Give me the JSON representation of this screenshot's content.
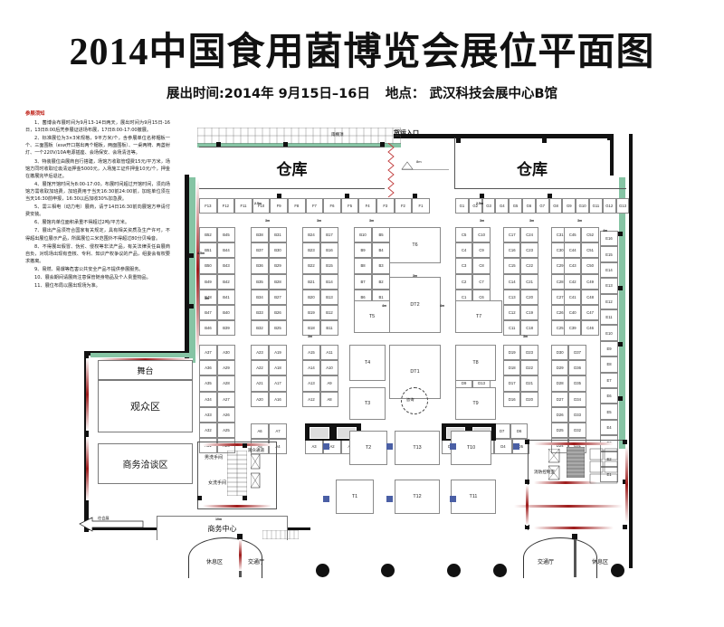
{
  "header": {
    "title": "2014中国食用菌博览会展位平面图",
    "date_label": "展出时间:2014年 9月15日–16日",
    "venue_label": "地点： 武汉科技会展中心B馆"
  },
  "notice": {
    "heading": "参展须知",
    "items": [
      "1、菌博会布展时间为9月13-14日两天，展出时间为9月15日-16日，13日8:00后凭参展证进场布展，17日8:00-17:00撤展。",
      "2、标准展位为3×3米规格，9平方米/个，含参展单位名称楣板一个、三面围板（ези开口搭出两个楣板，两面围板）、一桌两椅、两盏射灯、一个220V/10A电源插座、会场保安、会场清洁等。",
      "3、特装展位由展商自行搭建，场馆方收取管理费15元/平方米，场馆方同时收取垃圾清运押金5000元，入场施工证件押金10元/个，押金在撤展完毕后退还。",
      "4、展馆开馆时间为8:00-17:00，布展时间超过开馆时间，须向场馆方需收取加班费，加班费用于当天16:30前24:00前，加班单位须在当天16:30前申报，16:30以后加收30%加急费。",
      "5、需三相电（动力电）展商，请于14日16:30前向展馆方申请付费安装。",
      "6、展馆内单位面积承重不得超过2吨/平方米。",
      "7、展出产品须符合国家有关规定，具有相关资质及生产许可，不得超出展位展示产品，所属展位三米范围外不得超过80分贝噪音。",
      "8、不得展出假冒、伪劣、侵权等非法产品，有关法律责任由展商自负，对现场出现有查核、专利、知识产权争议的产品，组委会有权要求撤离。",
      "9、易燃、易爆等危害公共安全产品不提供参展服务。",
      "10、展会期间请展商注意保管随身物品及个人贵重物品。",
      "11、展位布局以展出现场为准。"
    ]
  },
  "plan": {
    "warehouse_left_label": "仓库",
    "warehouse_right_label": "仓库",
    "freight_entrance_label": "货运入口",
    "canopy_label": "雨棚顶",
    "scale_note": "8m",
    "stage_label": "舞台",
    "audience_label": "观众区",
    "business_talk_label": "商务洽谈区",
    "business_center_label": "商务中心",
    "business_center_dim": "10m",
    "exit_arrow_label": "往会展",
    "rest_area_left_label": "休息区",
    "traffic_hall_left_label": "交通厅",
    "traffic_hall_right_label": "交通厅",
    "rest_area_right_label": "休息区",
    "fire_control_label": "消防控制室",
    "mens_room_label": "男洗手间",
    "womens_room_label": "女洗手间",
    "audience_passage_label": "观众通道",
    "info_circle_label": "咨询",
    "dims": {
      "d_2_5": "2.5m",
      "d_3": "3m",
      "d_4": "4m",
      "d_4_5": "4.5m",
      "d_4_right": "4m"
    },
    "booth_rows": {
      "F": [
        "F13",
        "F12",
        "F11",
        "F10",
        "F9",
        "F8",
        "F7",
        "F6",
        "F5",
        "F4",
        "F3",
        "F2",
        "F1"
      ],
      "G": [
        "G1",
        "G2",
        "G3",
        "G4",
        "G5",
        "G6",
        "G7",
        "G8",
        "G9",
        "G10",
        "G11",
        "G12",
        "G13"
      ],
      "E": [
        "E16",
        "E15",
        "E14",
        "E13",
        "E12",
        "E11",
        "E10",
        "E9",
        "E8",
        "E7",
        "E6",
        "E5",
        "E4",
        "E3",
        "E2",
        "E1"
      ]
    },
    "blocks_B": [
      {
        "left": [
          "B52",
          "B51",
          "B50",
          "B49",
          "B48",
          "B47",
          "B46"
        ],
        "right": [
          "B45",
          "B44",
          "B43",
          "B42",
          "B41",
          "B40",
          "B39"
        ]
      },
      {
        "left": [
          "B38",
          "B37",
          "B36",
          "B35",
          "B34",
          "B33",
          "B32"
        ],
        "right": [
          "B31",
          "B30",
          "B29",
          "B28",
          "B27",
          "B26",
          "B25"
        ]
      },
      {
        "left": [
          "B24",
          "B23",
          "B22",
          "B21",
          "B20",
          "B19",
          "B18"
        ],
        "right": [
          "B17",
          "B16",
          "B15",
          "B14",
          "B13",
          "B12",
          "B11"
        ]
      },
      {
        "left": [
          "B10",
          "B9",
          "B8",
          "B7",
          "B6"
        ],
        "right": [
          "B5",
          "B4",
          "B3",
          "B2",
          "B1"
        ]
      }
    ],
    "blocks_A": [
      {
        "left": [
          "A37",
          "A36",
          "A35",
          "A34",
          "A33",
          "A32",
          "A31"
        ],
        "right": [
          "A30",
          "A29",
          "A28",
          "A27",
          "A26",
          "A25",
          "A24"
        ]
      },
      {
        "left": [
          "A23",
          "A22",
          "A21",
          "A20"
        ],
        "right": [
          "A19",
          "A18",
          "A17",
          "A16"
        ]
      },
      {
        "left": [
          "A15",
          "A14",
          "A13",
          "A12"
        ],
        "right": [
          "A11",
          "A10",
          "A9",
          "A8"
        ]
      }
    ],
    "blocks_A_low": {
      "pair": {
        "left": [
          "A6",
          "A5"
        ],
        "right": [
          "A7",
          "A4"
        ]
      },
      "strip": [
        "A3",
        "A2",
        "A1"
      ]
    },
    "blocks_C": [
      {
        "left": [
          "C5",
          "C4",
          "C3",
          "C2",
          "C1"
        ],
        "right": [
          "C10",
          "C9",
          "C8",
          "C7",
          "C6"
        ]
      },
      {
        "left": [
          "C17",
          "C16",
          "C15",
          "C14",
          "C13",
          "C12",
          "C11"
        ],
        "right": [
          "C24",
          "C23",
          "C22",
          "C21",
          "C20",
          "C19",
          "C18"
        ]
      },
      {
        "left": [
          "C31",
          "C30",
          "C29",
          "C28",
          "C27",
          "C26",
          "C25"
        ],
        "right": [
          "C38",
          "C37",
          "C36",
          "C35",
          "C34",
          "C33",
          "C32"
        ]
      },
      {
        "left": [
          "C45",
          "C44",
          "C43",
          "C42",
          "C41",
          "C40",
          "C39"
        ],
        "right": [
          "C52",
          "C51",
          "C50",
          "C49",
          "C48",
          "C47",
          "C46"
        ]
      }
    ],
    "blocks_D": [
      {
        "left": [
          "D11",
          "D10",
          "D9",
          "D8"
        ],
        "right": [
          "D15",
          "D14",
          "D13",
          "D12"
        ]
      },
      {
        "left": [
          "D19",
          "D18",
          "D17",
          "D16"
        ],
        "right": [
          "D23",
          "D22",
          "D21",
          "D20"
        ]
      },
      {
        "left": [
          "D30",
          "D29",
          "D28",
          "D27",
          "D26",
          "D25",
          "D24"
        ],
        "right": [
          "D37",
          "D36",
          "D35",
          "D34",
          "D33",
          "D32",
          "D31"
        ]
      }
    ],
    "blocks_D_low": {
      "pair": {
        "left": [
          "D7"
        ],
        "right": [
          "D6"
        ]
      },
      "strip": [
        "D1",
        "D2",
        "D3",
        "D4",
        "D5"
      ]
    },
    "special_booths": [
      "T1",
      "T2",
      "T3",
      "T4",
      "T5",
      "T6",
      "T7",
      "T8",
      "T9",
      "T10",
      "T11",
      "T12",
      "T13",
      "DT1",
      "DT2"
    ]
  },
  "colors": {
    "accent_red": "#b11717",
    "wall_black": "#111111",
    "green_wall": "#86c4a4",
    "blue_marker": "#4a5fa5"
  }
}
